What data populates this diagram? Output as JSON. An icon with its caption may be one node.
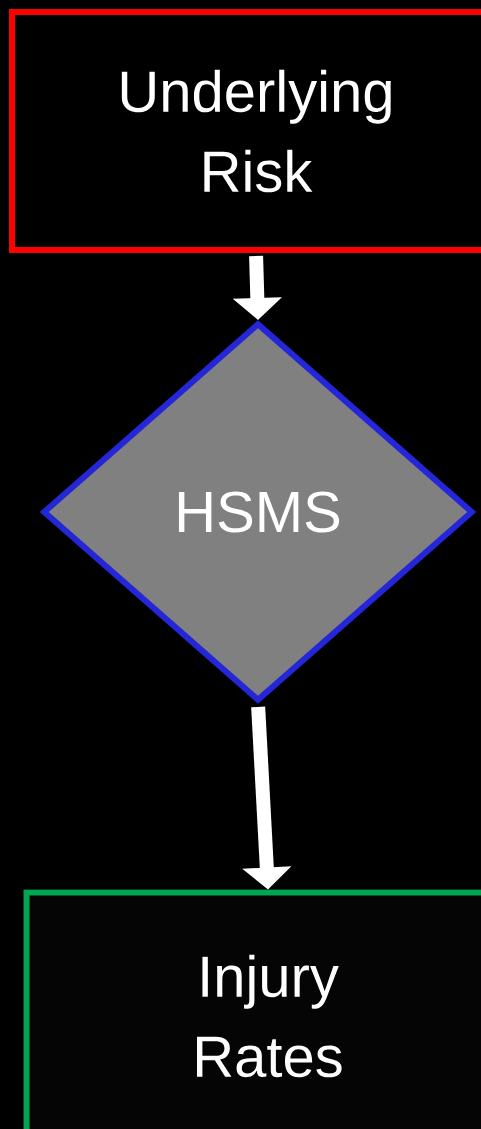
{
  "diagram": {
    "nodes": [
      {
        "text": [
          "Underlying Risk"
        ]
      },
      {
        "text": [
          "HSMS"
        ]
      },
      {
        "text": [
          "Injury Rates"
        ]
      }
    ],
    "edges": [
      {
        "from": 0,
        "to": 1,
        "arrow": "to"
      },
      {
        "from": 1,
        "to": 2,
        "arrow": "to"
      }
    ]
  }
}
